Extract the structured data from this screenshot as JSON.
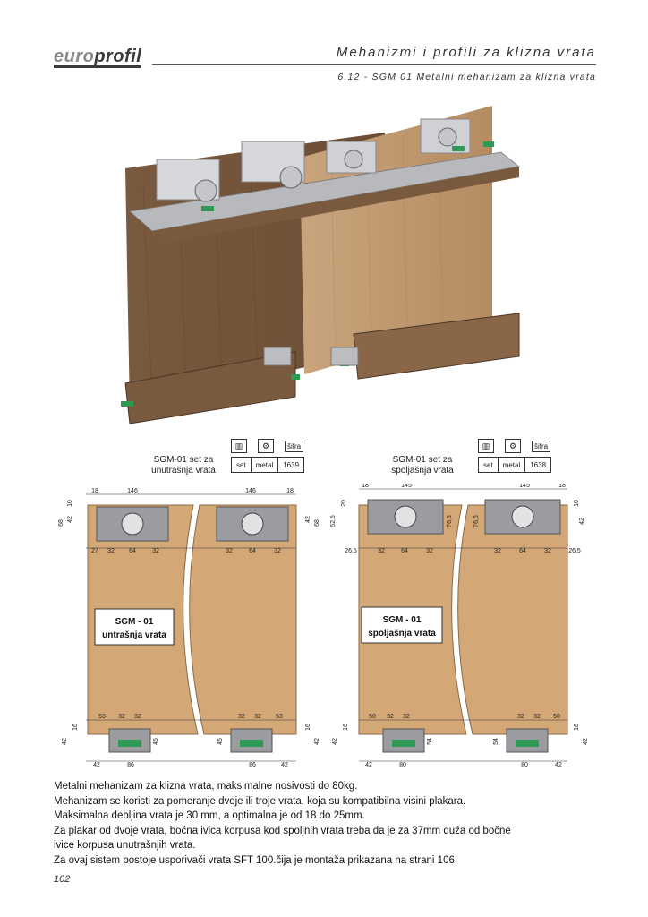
{
  "header": {
    "logo_part1": "euro",
    "logo_part2": "profil",
    "title": "Mehanizmi i profili za klizna vrata",
    "subtitle": "6.12 - SGM 01 Metalni mehanizam za klizna vrata"
  },
  "left_set": {
    "caption": [
      "SGM-01 set za",
      "unutrašnja vrata"
    ],
    "sifra_label": "šifra",
    "table": [
      "set",
      "metal",
      "1639"
    ],
    "tag": [
      "SGM - 01",
      "untrašnja vrata"
    ],
    "dims": [
      "18",
      "146",
      "146",
      "18",
      "10",
      "42",
      "68",
      "42",
      "68",
      "27",
      "32",
      "64",
      "32",
      "32",
      "64",
      "32",
      "53",
      "32",
      "32",
      "32",
      "32",
      "53",
      "16",
      "42",
      "45",
      "45",
      "16",
      "42",
      "42",
      "86",
      "86",
      "42"
    ]
  },
  "right_set": {
    "caption": [
      "SGM-01 set za",
      "spoljašnja vrata"
    ],
    "sifra_label": "šifra",
    "table": [
      "set",
      "metal",
      "1638"
    ],
    "tag": [
      "SGM - 01",
      "spoljašnja vrata"
    ],
    "dims": [
      "18",
      "145",
      "145",
      "18",
      "20",
      "62,5",
      "76,5",
      "76,5",
      "42",
      "10",
      "26,5",
      "32",
      "64",
      "32",
      "32",
      "64",
      "32",
      "26,5",
      "50",
      "32",
      "32",
      "32",
      "32",
      "50",
      "16",
      "42",
      "54",
      "54",
      "16",
      "42",
      "42",
      "80",
      "80",
      "42"
    ]
  },
  "body_text": [
    "Metalni mehanizam za klizna vrata, maksimalne nosivosti do 80kg.",
    "Mehanizam se koristi za pomeranje dvoje ili troje vrata, koja su kompatibilna visini plakara.",
    "Maksimalna debljina vrata je 30 mm, a optimalna je od 18 do 25mm.",
    "Za plakar od dvoje vrata, bočna ivica korpusa  kod spoljnih vrata treba da je za 37mm duža od bočne",
    "ivice korpusa unutrašnjih vrata.",
    " Za ovaj sistem postoje usporivači vrata SFT 100.čija je montaža prikazana na strani 106."
  ],
  "page_number": "102"
}
